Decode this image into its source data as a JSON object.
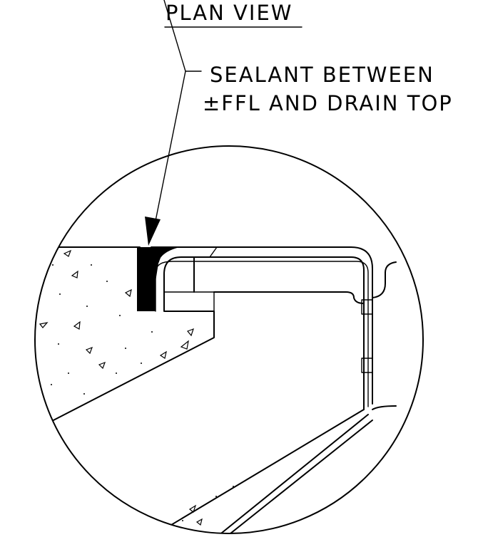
{
  "title": "PLAN VIEW",
  "callout": {
    "line1": "SEALANT BETWEEN",
    "line2": "±FFL AND DRAIN TOP"
  },
  "colors": {
    "ink": "#000000",
    "background": "#ffffff"
  }
}
